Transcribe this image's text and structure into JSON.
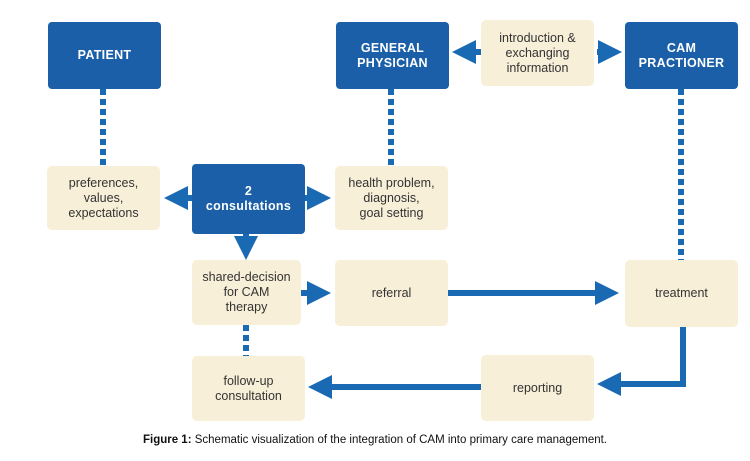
{
  "nodes": {
    "patient": "PATIENT",
    "gp": "GENERAL\nPHYSICIAN",
    "intro": "introduction &\nexchanging\ninformation",
    "cam": "CAM\nPRACTIONER",
    "preferences": "preferences,\nvalues,\nexpectations",
    "consult": "2\nconsultations",
    "health": "health problem,\ndiagnosis,\ngoal setting",
    "shared": "shared-decision\nfor CAM\ntherapy",
    "referral": "referral",
    "treatment": "treatment",
    "followup": "follow-up\nconsultation",
    "reporting": "reporting"
  },
  "caption": {
    "label": "Figure 1:",
    "text": " Schematic visualization of the integration of CAM into primary care management."
  },
  "colors": {
    "blue_box": "#1a5fa8",
    "cream_box": "#f8efd8",
    "connector": "#1a6ab3"
  }
}
